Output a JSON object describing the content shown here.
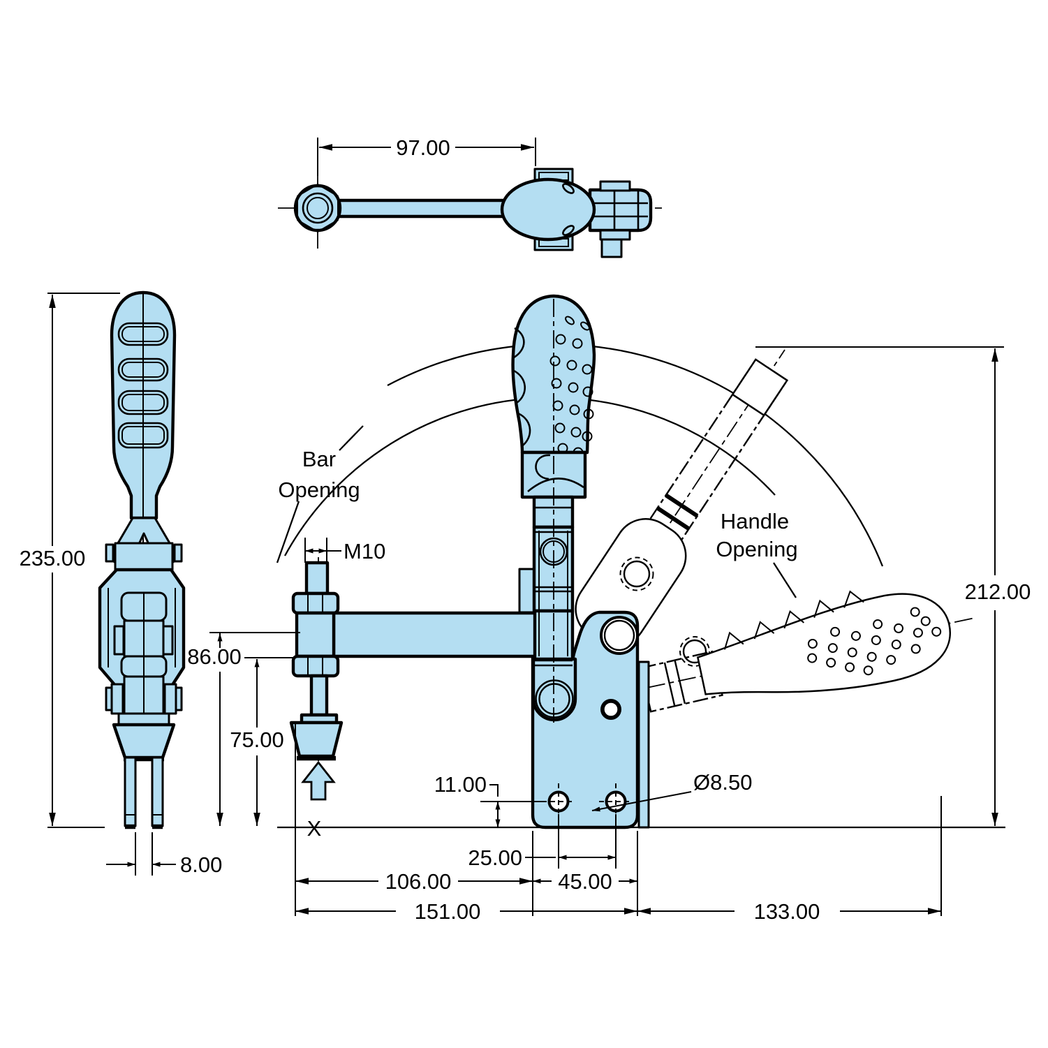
{
  "drawing": {
    "subject": "vertical toggle clamp, three-view dimensioned engineering drawing",
    "colors": {
      "part_fill": "#b4def2",
      "line": "#000000",
      "background": "#ffffff"
    },
    "dims": {
      "pivot_span": "97.00",
      "overall_height": "235.00",
      "fork_slot": "8.00",
      "thread": "M10",
      "bar_top": "86.00",
      "bar_bottom": "75.00",
      "hole_offset": "11.00",
      "hole_pitch": "25.00",
      "reach": "106.00",
      "base_width": "45.00",
      "overall_length": "151.00",
      "handle_sweep": "133.00",
      "open_height": "212.00",
      "hole_dia": "Ø8.50",
      "datum": "X"
    },
    "labels": {
      "bar_opening_1": "Bar",
      "bar_opening_2": "Opening",
      "handle_opening_1": "Handle",
      "handle_opening_2": "Opening"
    }
  }
}
